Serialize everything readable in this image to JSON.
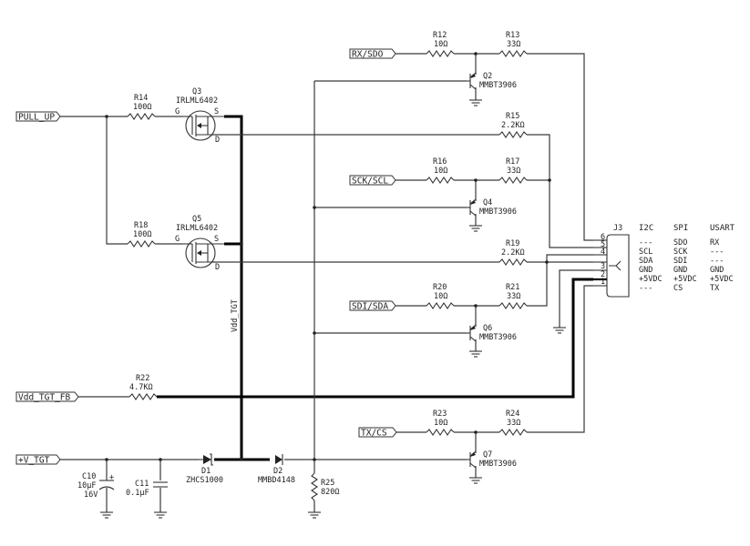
{
  "ports": {
    "rx_sdo": "RX/SDO",
    "pull_up": "PULL_UP",
    "sck_scl": "SCK/SCL",
    "sdi_sda": "SDI/SDA",
    "vdd_tgt_fb": "Vdd_TGT_FB",
    "tx_cs": "TX/CS",
    "v_tgt": "+V_TGT"
  },
  "net_labels": {
    "vdd_tgt": "Vdd_TGT"
  },
  "resistors": {
    "r12": {
      "ref": "R12",
      "value": "10Ω"
    },
    "r13": {
      "ref": "R13",
      "value": "33Ω"
    },
    "r14": {
      "ref": "R14",
      "value": "100Ω"
    },
    "r15": {
      "ref": "R15",
      "value": "2.2KΩ"
    },
    "r16": {
      "ref": "R16",
      "value": "10Ω"
    },
    "r17": {
      "ref": "R17",
      "value": "33Ω"
    },
    "r18": {
      "ref": "R18",
      "value": "100Ω"
    },
    "r19": {
      "ref": "R19",
      "value": "2.2KΩ"
    },
    "r20": {
      "ref": "R20",
      "value": "10Ω"
    },
    "r21": {
      "ref": "R21",
      "value": "33Ω"
    },
    "r22": {
      "ref": "R22",
      "value": "4.7KΩ"
    },
    "r23": {
      "ref": "R23",
      "value": "10Ω"
    },
    "r24": {
      "ref": "R24",
      "value": "33Ω"
    },
    "r25": {
      "ref": "R25",
      "value": "820Ω"
    }
  },
  "transistors": {
    "q2": {
      "ref": "Q2",
      "part": "MMBT3906"
    },
    "q3": {
      "ref": "Q3",
      "part": "IRLML6402",
      "pins": {
        "g": "G",
        "s": "S",
        "d": "D"
      }
    },
    "q4": {
      "ref": "Q4",
      "part": "MMBT3906"
    },
    "q5": {
      "ref": "Q5",
      "part": "IRLML6402",
      "pins": {
        "g": "G",
        "s": "S",
        "d": "D"
      }
    },
    "q6": {
      "ref": "Q6",
      "part": "MMBT3906"
    },
    "q7": {
      "ref": "Q7",
      "part": "MMBT3906"
    }
  },
  "capacitors": {
    "c10": {
      "ref": "C10",
      "value": "10µF",
      "voltage": "16V",
      "polarity": "+"
    },
    "c11": {
      "ref": "C11",
      "value": "0.1µF"
    }
  },
  "diodes": {
    "d1": {
      "ref": "D1",
      "part": "ZHCS1000"
    },
    "d2": {
      "ref": "D2",
      "part": "MMBD4148"
    }
  },
  "connector": {
    "ref": "J3",
    "pins": [
      "6",
      "5",
      "4",
      "3",
      "2",
      "1"
    ],
    "columns": [
      "I2C",
      "SPI",
      "USART"
    ],
    "rows": [
      [
        "---",
        "SDO",
        "RX"
      ],
      [
        "SCL",
        "SCK",
        "---"
      ],
      [
        "SDA",
        "SDI",
        "---"
      ],
      [
        "GND",
        "GND",
        "GND"
      ],
      [
        "+5VDC",
        "+5VDC",
        "+5VDC"
      ],
      [
        "---",
        "CS",
        "TX"
      ]
    ]
  }
}
